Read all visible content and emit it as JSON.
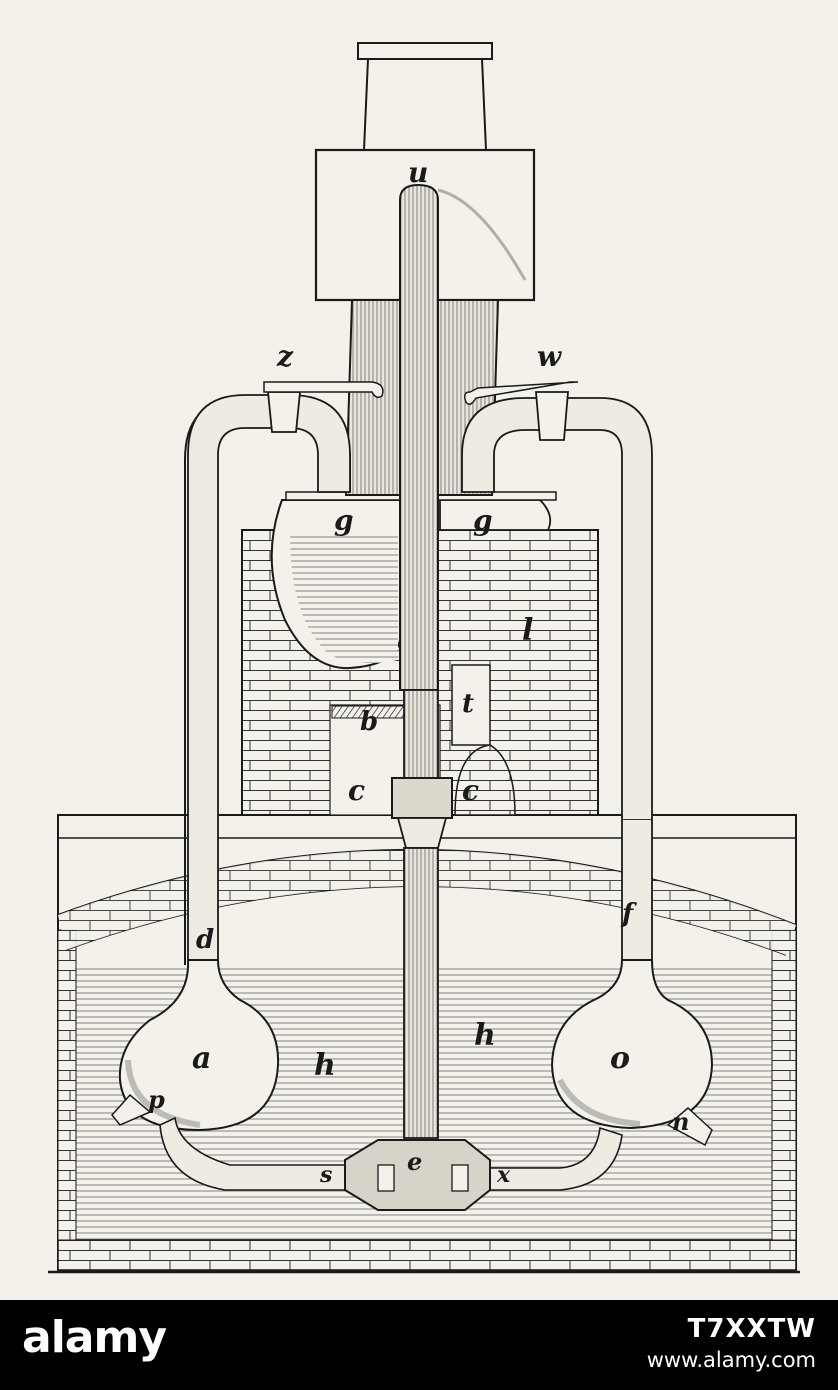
{
  "labels": {
    "u": "u",
    "z": "z",
    "w": "w",
    "g_left": "g",
    "g_right": "g",
    "l": "l",
    "b": "b",
    "t": "t",
    "c_left": "c",
    "c_right": "c",
    "d": "d",
    "f": "f",
    "a": "a",
    "o": "o",
    "h_left": "h",
    "h_right": "h",
    "p": "p",
    "n": "n",
    "s": "s",
    "e": "e",
    "x": "x"
  },
  "watermark": {
    "brand": "alamy",
    "image_id": "T7XXTW",
    "url": "www.alamy.com"
  },
  "colors": {
    "paper": "#f4f1ea",
    "ink": "#1a1a1a",
    "water": "#8a8a8a",
    "bar": "#000000",
    "bar_text": "#ffffff"
  }
}
